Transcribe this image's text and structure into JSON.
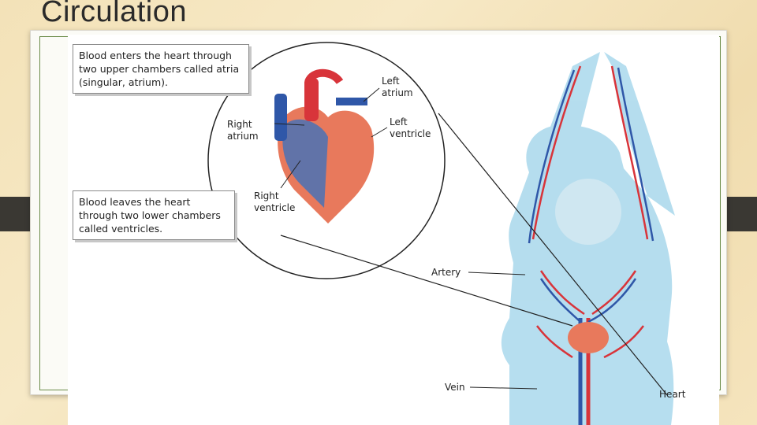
{
  "slide": {
    "title": "Circulation"
  },
  "diagram": {
    "callout_top": "Blood enters the heart through two upper chambers called atria (singular, atrium).",
    "callout_bottom": "Blood leaves the heart through two lower chambers called ventricles.",
    "labels": {
      "left_atrium": "Left atrium",
      "right_atrium": "Right atrium",
      "left_ventricle": "Left ventricle",
      "right_ventricle": "Right ventricle",
      "artery": "Artery",
      "vein": "Vein",
      "heart": "Heart"
    }
  },
  "colors": {
    "artery": "#d8343a",
    "vein": "#2f57a8",
    "body": "#a9d8ec",
    "heart": "#e8795c"
  }
}
